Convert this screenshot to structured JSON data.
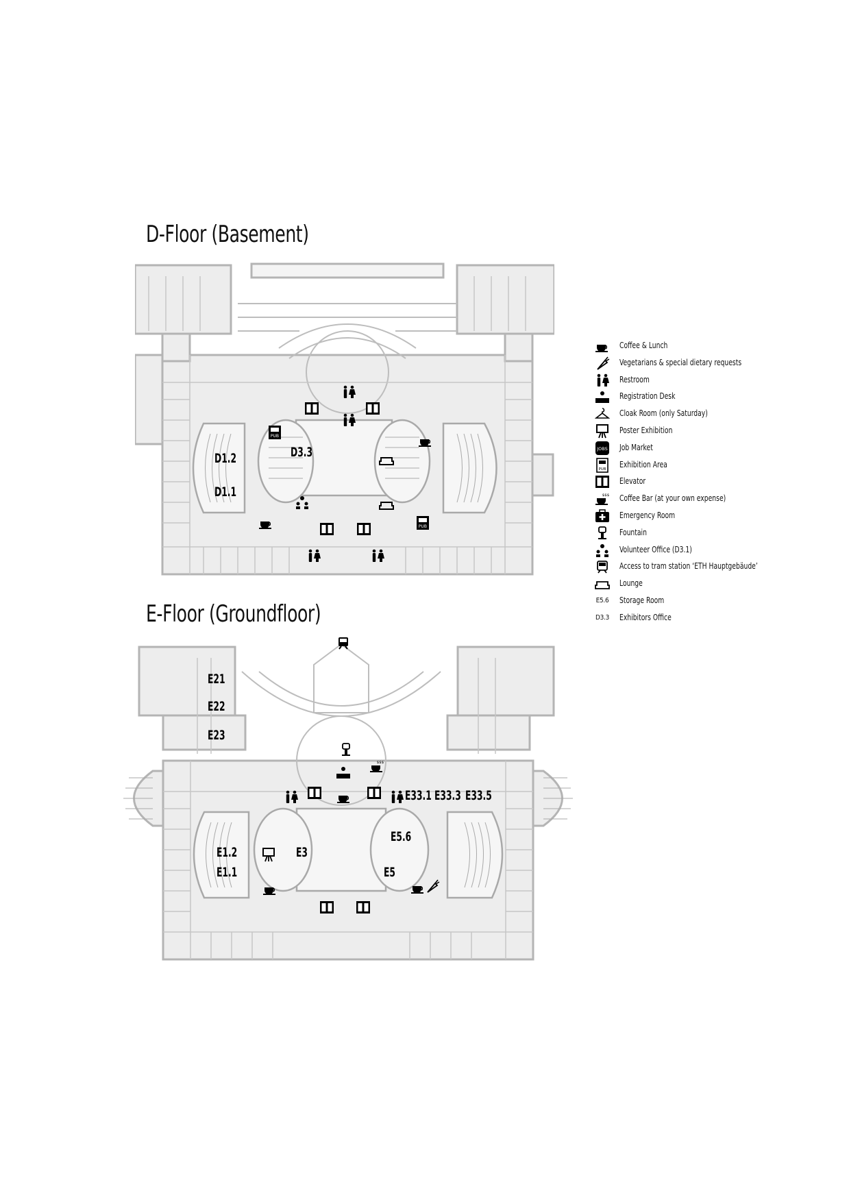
{
  "d_floor": {
    "title": "D-Floor (Basement)",
    "rooms": [
      "D1.2",
      "D1.1",
      "D3.3"
    ],
    "icon_labels": {
      "pub": "PUB"
    }
  },
  "e_floor": {
    "title": "E-Floor (Groundfloor)",
    "rooms": [
      "E21",
      "E22",
      "E23",
      "E33.1",
      "E33.3",
      "E33.5",
      "E5.6",
      "E1.2",
      "E1.1",
      "E3",
      "E5"
    ]
  },
  "legend": {
    "items": [
      {
        "icon": "coffee-cup-icon",
        "label": "Coffee & Lunch"
      },
      {
        "icon": "carrot-icon",
        "label": "Vegetarians &  special dietary requests"
      },
      {
        "icon": "restroom-icon",
        "label": "Restroom"
      },
      {
        "icon": "registration-desk-icon",
        "label": "Registration Desk"
      },
      {
        "icon": "hanger-icon",
        "label": "Cloak Room (only Saturday)"
      },
      {
        "icon": "poster-easel-icon",
        "label": "Poster Exhibition"
      },
      {
        "icon": "jobs-icon",
        "label": "Job Market",
        "icon_text": "JOBS"
      },
      {
        "icon": "exhibition-pub-icon",
        "label": "Exhibition Area",
        "icon_text": "PUB"
      },
      {
        "icon": "elevator-icon",
        "label": "Elevator"
      },
      {
        "icon": "coffee-bar-icon",
        "label": "Coffee Bar (at your own expense)",
        "icon_text": "$$$"
      },
      {
        "icon": "first-aid-icon",
        "label": "Emergency Room"
      },
      {
        "icon": "fountain-icon",
        "label": "Fountain"
      },
      {
        "icon": "volunteer-icon",
        "label": "Volunteer Office (D3.1)"
      },
      {
        "icon": "tram-icon",
        "label": "Access to tram station ‘ETH Hauptgebäude’"
      },
      {
        "icon": "sofa-icon",
        "label": "Lounge"
      },
      {
        "icon": "storage-code",
        "label": "Storage Room",
        "icon_text": "E5.6"
      },
      {
        "icon": "exhibitors-code",
        "label": "Exhibitors Office",
        "icon_text": "D3.3"
      }
    ]
  },
  "colors": {
    "plan_line": "#b8b8b8",
    "plan_fill": "#e9e9e9",
    "ink": "#111111"
  }
}
